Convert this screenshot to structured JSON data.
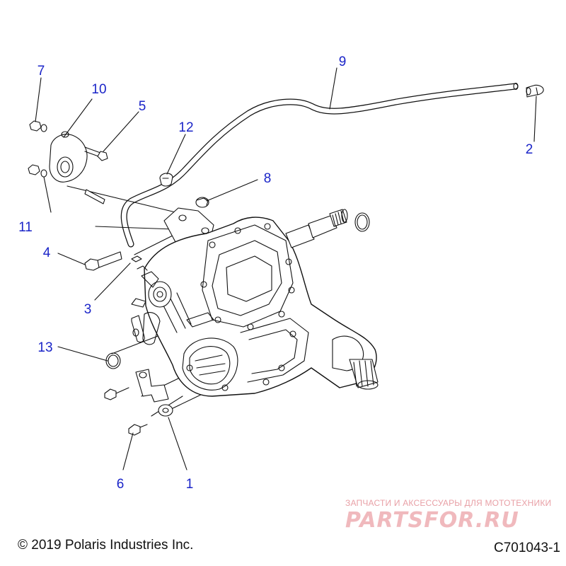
{
  "callouts": [
    "1",
    "2",
    "3",
    "4",
    "5",
    "6",
    "7",
    "8",
    "9",
    "10",
    "11",
    "12",
    "13"
  ],
  "footer": {
    "copyright": "© 2019 Polaris Industries Inc.",
    "diagram_code": "C701043-1"
  },
  "watermark": {
    "tagline": "ЗАПЧАСТИ И АКСЕССУАРЫ ДЛЯ МОТОТЕХНИКИ",
    "logo": "PARTSFOR.RU"
  },
  "colors": {
    "callout": "#1a24c8",
    "lines": "#111111",
    "watermark": "#f0b9bd"
  }
}
